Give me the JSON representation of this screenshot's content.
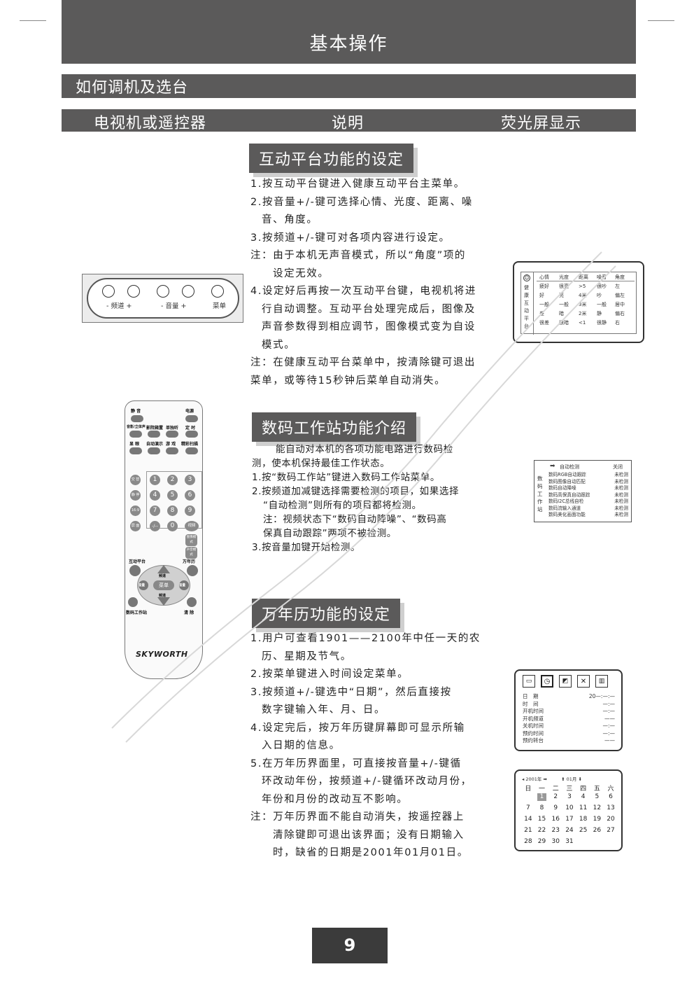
{
  "header": {
    "title": "基本操作",
    "section": "如何调机及选台",
    "columns": [
      "电视机或遥控器",
      "说明",
      "荧光屏显示"
    ]
  },
  "interactive": {
    "heading": "互动平台功能的设定",
    "lines": [
      "1.按互动平台键进入健康互动平台主菜单。",
      "2.按音量+/-键可选择心情、光度、距离、噪",
      "音、角度。",
      "3.按频道+/-键可对各项内容进行设定。",
      "注：由于本机无声音模式，所以“角度”项的",
      "设定无效。",
      "4.设定好后再按一次互动平台键，电视机将进",
      "行自动调整。互动平台处理完成后，图像及",
      "声音参数得到相应调节，图像模式变为自设",
      "模式。",
      "注：在健康互动平台菜单中，按清除键可退出",
      "菜单，或等待15秒钟后菜单自动消失。"
    ],
    "screen": {
      "side": [
        "健",
        "康",
        "互",
        "动",
        "平",
        "台"
      ],
      "headers": [
        "心情",
        "光度",
        "距离",
        "噪音",
        "角度"
      ],
      "rows": [
        [
          "疲好",
          "很亮",
          ">5",
          "很吵",
          "左"
        ],
        [
          "好",
          "亮",
          "4米",
          "吵",
          "偏左"
        ],
        [
          "一般",
          "一般",
          "3米",
          "一般",
          "居中"
        ],
        [
          "差",
          "暗",
          "2米",
          "静",
          "偏右"
        ],
        [
          "很差",
          "很暗",
          "<1",
          "很静",
          "右"
        ]
      ]
    }
  },
  "panel": {
    "labels": [
      "- 频道 +",
      "- 音量 +",
      "菜单"
    ]
  },
  "remote": {
    "labels": {
      "mute": "静 音",
      "power": "电源",
      "r2a": "音影/立体声",
      "r2b": "影院箱置",
      "r2c": "单独听",
      "r2d": "定 时",
      "r3a": "显 眼",
      "r3b": "自动演示",
      "r3c": "游 戏",
      "r3d": "精彩扫描",
      "s1": "交 替",
      "s2": "静 停",
      "s3": "16:9",
      "s4": "屏 面",
      "dash": "-/--",
      "video": "视频",
      "pic": "图像模式",
      "snd": "声音模式",
      "inter": "互动平台",
      "cal": "万年历",
      "up": "频道",
      "down": "频道",
      "left": "音量",
      "right": "音量",
      "menu": "菜单",
      "dws": "数码工作站",
      "clear": "清 除",
      "brand": "SKYWORTH"
    },
    "digits": [
      "1",
      "2",
      "3",
      "4",
      "5",
      "6",
      "7",
      "8",
      "9",
      "0"
    ]
  },
  "digital": {
    "heading": "数码工作站功能介绍",
    "lines": [
      "能自动对本机的各项功能电路进行数码检",
      "测，使本机保持最佳工作状态。",
      "1.按“数码工作站”键进入数码工作站菜单。",
      "2.按频道加减键选择需要检测的项目，如果选择",
      "“自动检测”则所有的项目都将检测。",
      "注：视频状态下“数码自动降噪”、“数码高",
      "保真自动跟踪”两项不被检测。",
      "3.按音量加键开始检测。"
    ],
    "screen": {
      "side": [
        "数",
        "码",
        "工",
        "作",
        "站"
      ],
      "top_item": "自动检测",
      "top_value": "关闭",
      "items": [
        {
          "label": "数码RGB自动跟踪",
          "value": "未检测"
        },
        {
          "label": "数码图像自动匹配",
          "value": "未检测"
        },
        {
          "label": "数码自动降噪",
          "value": "未检测"
        },
        {
          "label": "数码高保真自动跟踪",
          "value": "未检测"
        },
        {
          "label": "数码I2C总线自检",
          "value": "未检测"
        },
        {
          "label": "数码流输入通道",
          "value": "未检测"
        },
        {
          "label": "数码美化画面功能",
          "value": "未检测"
        }
      ]
    }
  },
  "calendar": {
    "heading": "万年历功能的设定",
    "lines": [
      "1.用户可查看1901——2100年中任一天的农",
      "历、星期及节气。",
      "2.按菜单键进入时间设定菜单。",
      "3.按频道+/-键选中“日期”，然后直接按",
      "数字键输入年、月、日。",
      "4.设定完后，按万年历键屏幕即可显示所输",
      "入日期的信息。",
      "5.在万年历界面里，可直接按音量+/-键循",
      "环改动年份，按频道+/-键循环改动月份，",
      "年份和月份的改动互不影响。",
      "注：万年历界面不能自动消失，按遥控器上",
      "清除键即可退出该界面；没有日期输入",
      "时，缺省的日期是2001年01月01日。"
    ],
    "menu_screen": {
      "rows": [
        {
          "label": "日　期",
          "value": "20—:—:—"
        },
        {
          "label": "时　间",
          "value": "—:—"
        },
        {
          "label": "开机时间",
          "value": "—:—"
        },
        {
          "label": "开机频道",
          "value": "——"
        },
        {
          "label": "关机时间",
          "value": "—:—"
        },
        {
          "label": "预约时间",
          "value": "—:—"
        },
        {
          "label": "预约转台",
          "value": "——"
        }
      ]
    },
    "cal_screen": {
      "year": "2001年",
      "month": "01月",
      "weekdays": [
        "日",
        "一",
        "二",
        "三",
        "四",
        "五",
        "六"
      ],
      "weeks": [
        [
          "",
          "1",
          "2",
          "3",
          "4",
          "5",
          "6"
        ],
        [
          "7",
          "8",
          "9",
          "10",
          "11",
          "12",
          "13"
        ],
        [
          "14",
          "15",
          "16",
          "17",
          "18",
          "19",
          "20"
        ],
        [
          "21",
          "22",
          "23",
          "24",
          "25",
          "26",
          "27"
        ],
        [
          "28",
          "29",
          "30",
          "31",
          "",
          "",
          ""
        ]
      ]
    }
  },
  "page_number": "9"
}
